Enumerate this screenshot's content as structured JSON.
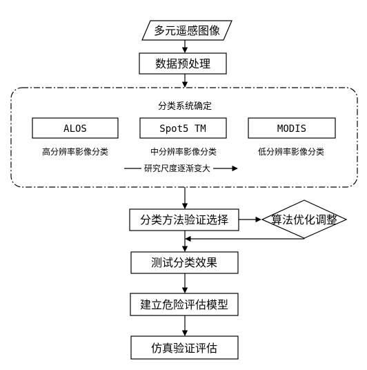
{
  "nodes": {
    "input": "多元遥感图像",
    "preprocess": "数据预处理",
    "classification_system": "分类系统确定",
    "alos": "ALOS",
    "spot5": "Spot5 TM",
    "modis": "MODIS",
    "alos_caption": "高分辨率影像分类",
    "spot5_caption": "中分辨率影像分类",
    "modis_caption": "低分辨率影像分类",
    "scale_note": "研究尺度逐渐变大",
    "method_validation": "分类方法验证选择",
    "algorithm_optimization": "算法优化调整",
    "test_effect": "测试分类效果",
    "risk_model": "建立危险评估模型",
    "simulation": "仿真验证评估"
  }
}
